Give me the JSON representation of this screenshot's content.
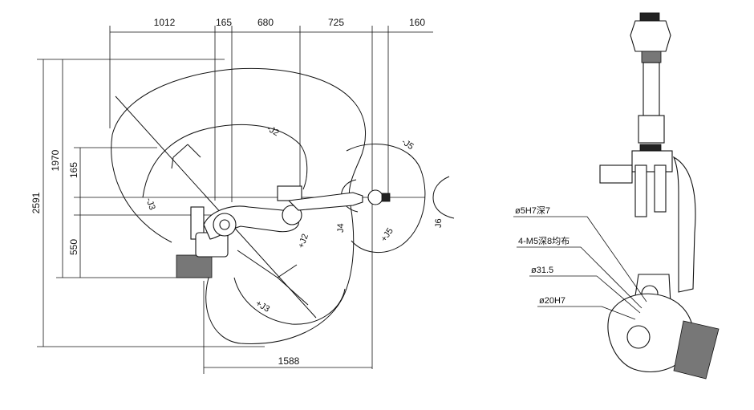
{
  "dimensions": {
    "top": [
      "1012",
      "165",
      "680",
      "725",
      "160"
    ],
    "left": [
      "2591",
      "1970",
      "165",
      "550"
    ],
    "bottom": "1588"
  },
  "motion_labels": {
    "j2_minus": "-J2",
    "j2_plus": "+J2",
    "j3_minus": "-J3",
    "j3_plus": "+J3",
    "j4": "J4",
    "j5_minus": "-J5",
    "j5_plus": "+J5",
    "j6": "J6"
  },
  "callouts": [
    "ø5H7深7",
    "4-M5深8均布",
    "ø31.5",
    "ø20H7"
  ]
}
